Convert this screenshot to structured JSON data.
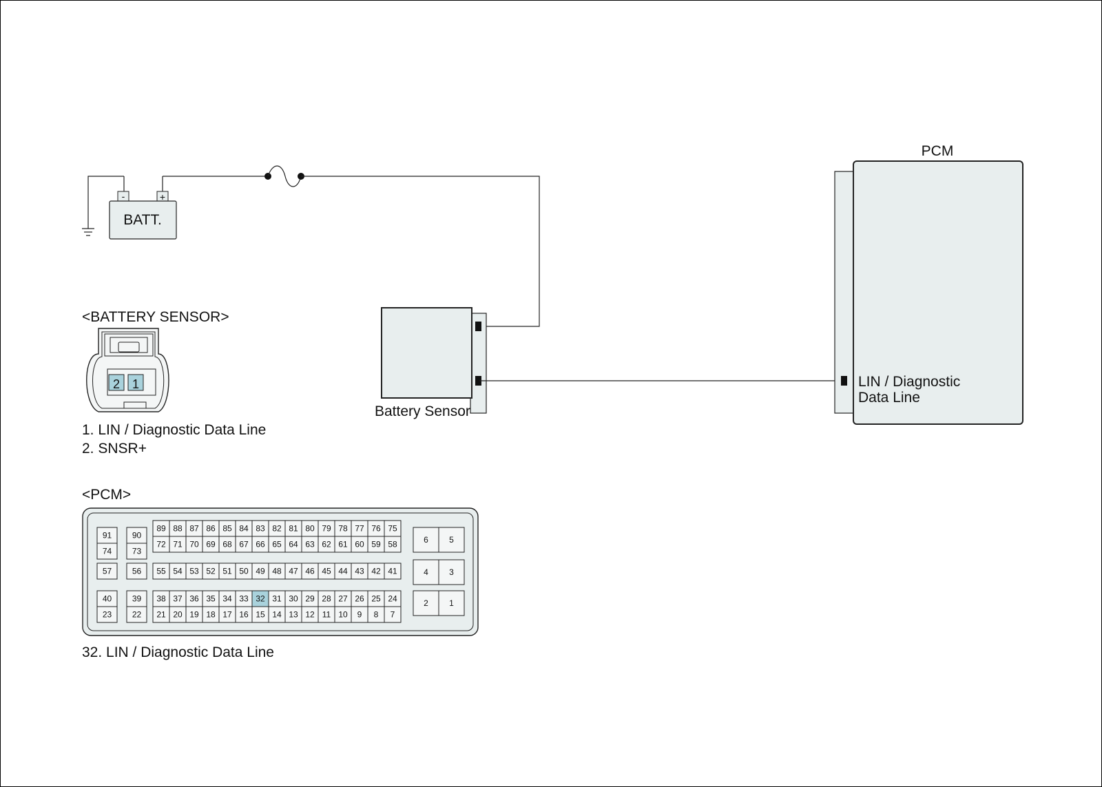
{
  "battery": {
    "label": "BATT.",
    "neg_terminal": "-",
    "pos_terminal": "+"
  },
  "pcm": {
    "title": "PCM",
    "pin_label_line1": "LIN / Diagnostic",
    "pin_label_line2": "Data Line"
  },
  "battery_sensor": {
    "label": "Battery Sensor"
  },
  "sensor_connector": {
    "title": "<BATTERY SENSOR>",
    "pins": [
      "2",
      "1"
    ],
    "legend": [
      "1. LIN / Diagnostic Data Line",
      "2. SNSR+"
    ]
  },
  "pcm_connector": {
    "title": "<PCM>",
    "highlight_pin": "32",
    "highlight_color": "#a9d2dc",
    "left_pairs": [
      [
        "91",
        "74"
      ],
      [
        "57"
      ],
      [
        "40",
        "23"
      ]
    ],
    "mid_pairs": [
      [
        "90",
        "73"
      ],
      [
        "56"
      ],
      [
        "39",
        "22"
      ]
    ],
    "block_row1": [
      "89",
      "88",
      "87",
      "86",
      "85",
      "84",
      "83",
      "82",
      "81",
      "80",
      "79",
      "78",
      "77",
      "76",
      "75"
    ],
    "block_row2": [
      "72",
      "71",
      "70",
      "69",
      "68",
      "67",
      "66",
      "65",
      "64",
      "63",
      "62",
      "61",
      "60",
      "59",
      "58"
    ],
    "block_row3": [
      "55",
      "54",
      "53",
      "52",
      "51",
      "50",
      "49",
      "48",
      "47",
      "46",
      "45",
      "44",
      "43",
      "42",
      "41"
    ],
    "block_row4": [
      "38",
      "37",
      "36",
      "35",
      "34",
      "33",
      "32",
      "31",
      "30",
      "29",
      "28",
      "27",
      "26",
      "25",
      "24"
    ],
    "block_row5": [
      "21",
      "20",
      "19",
      "18",
      "17",
      "16",
      "15",
      "14",
      "13",
      "12",
      "11",
      "10",
      "9",
      "8",
      "7"
    ],
    "power_pins": [
      [
        "6",
        "5"
      ],
      [
        "4",
        "3"
      ],
      [
        "2",
        "1"
      ]
    ],
    "legend": "32. LIN / Diagnostic Data Line"
  },
  "colors": {
    "box_fill": "#e8eeee",
    "wire": "#222222",
    "pin_fill": "#f4f6f6"
  }
}
